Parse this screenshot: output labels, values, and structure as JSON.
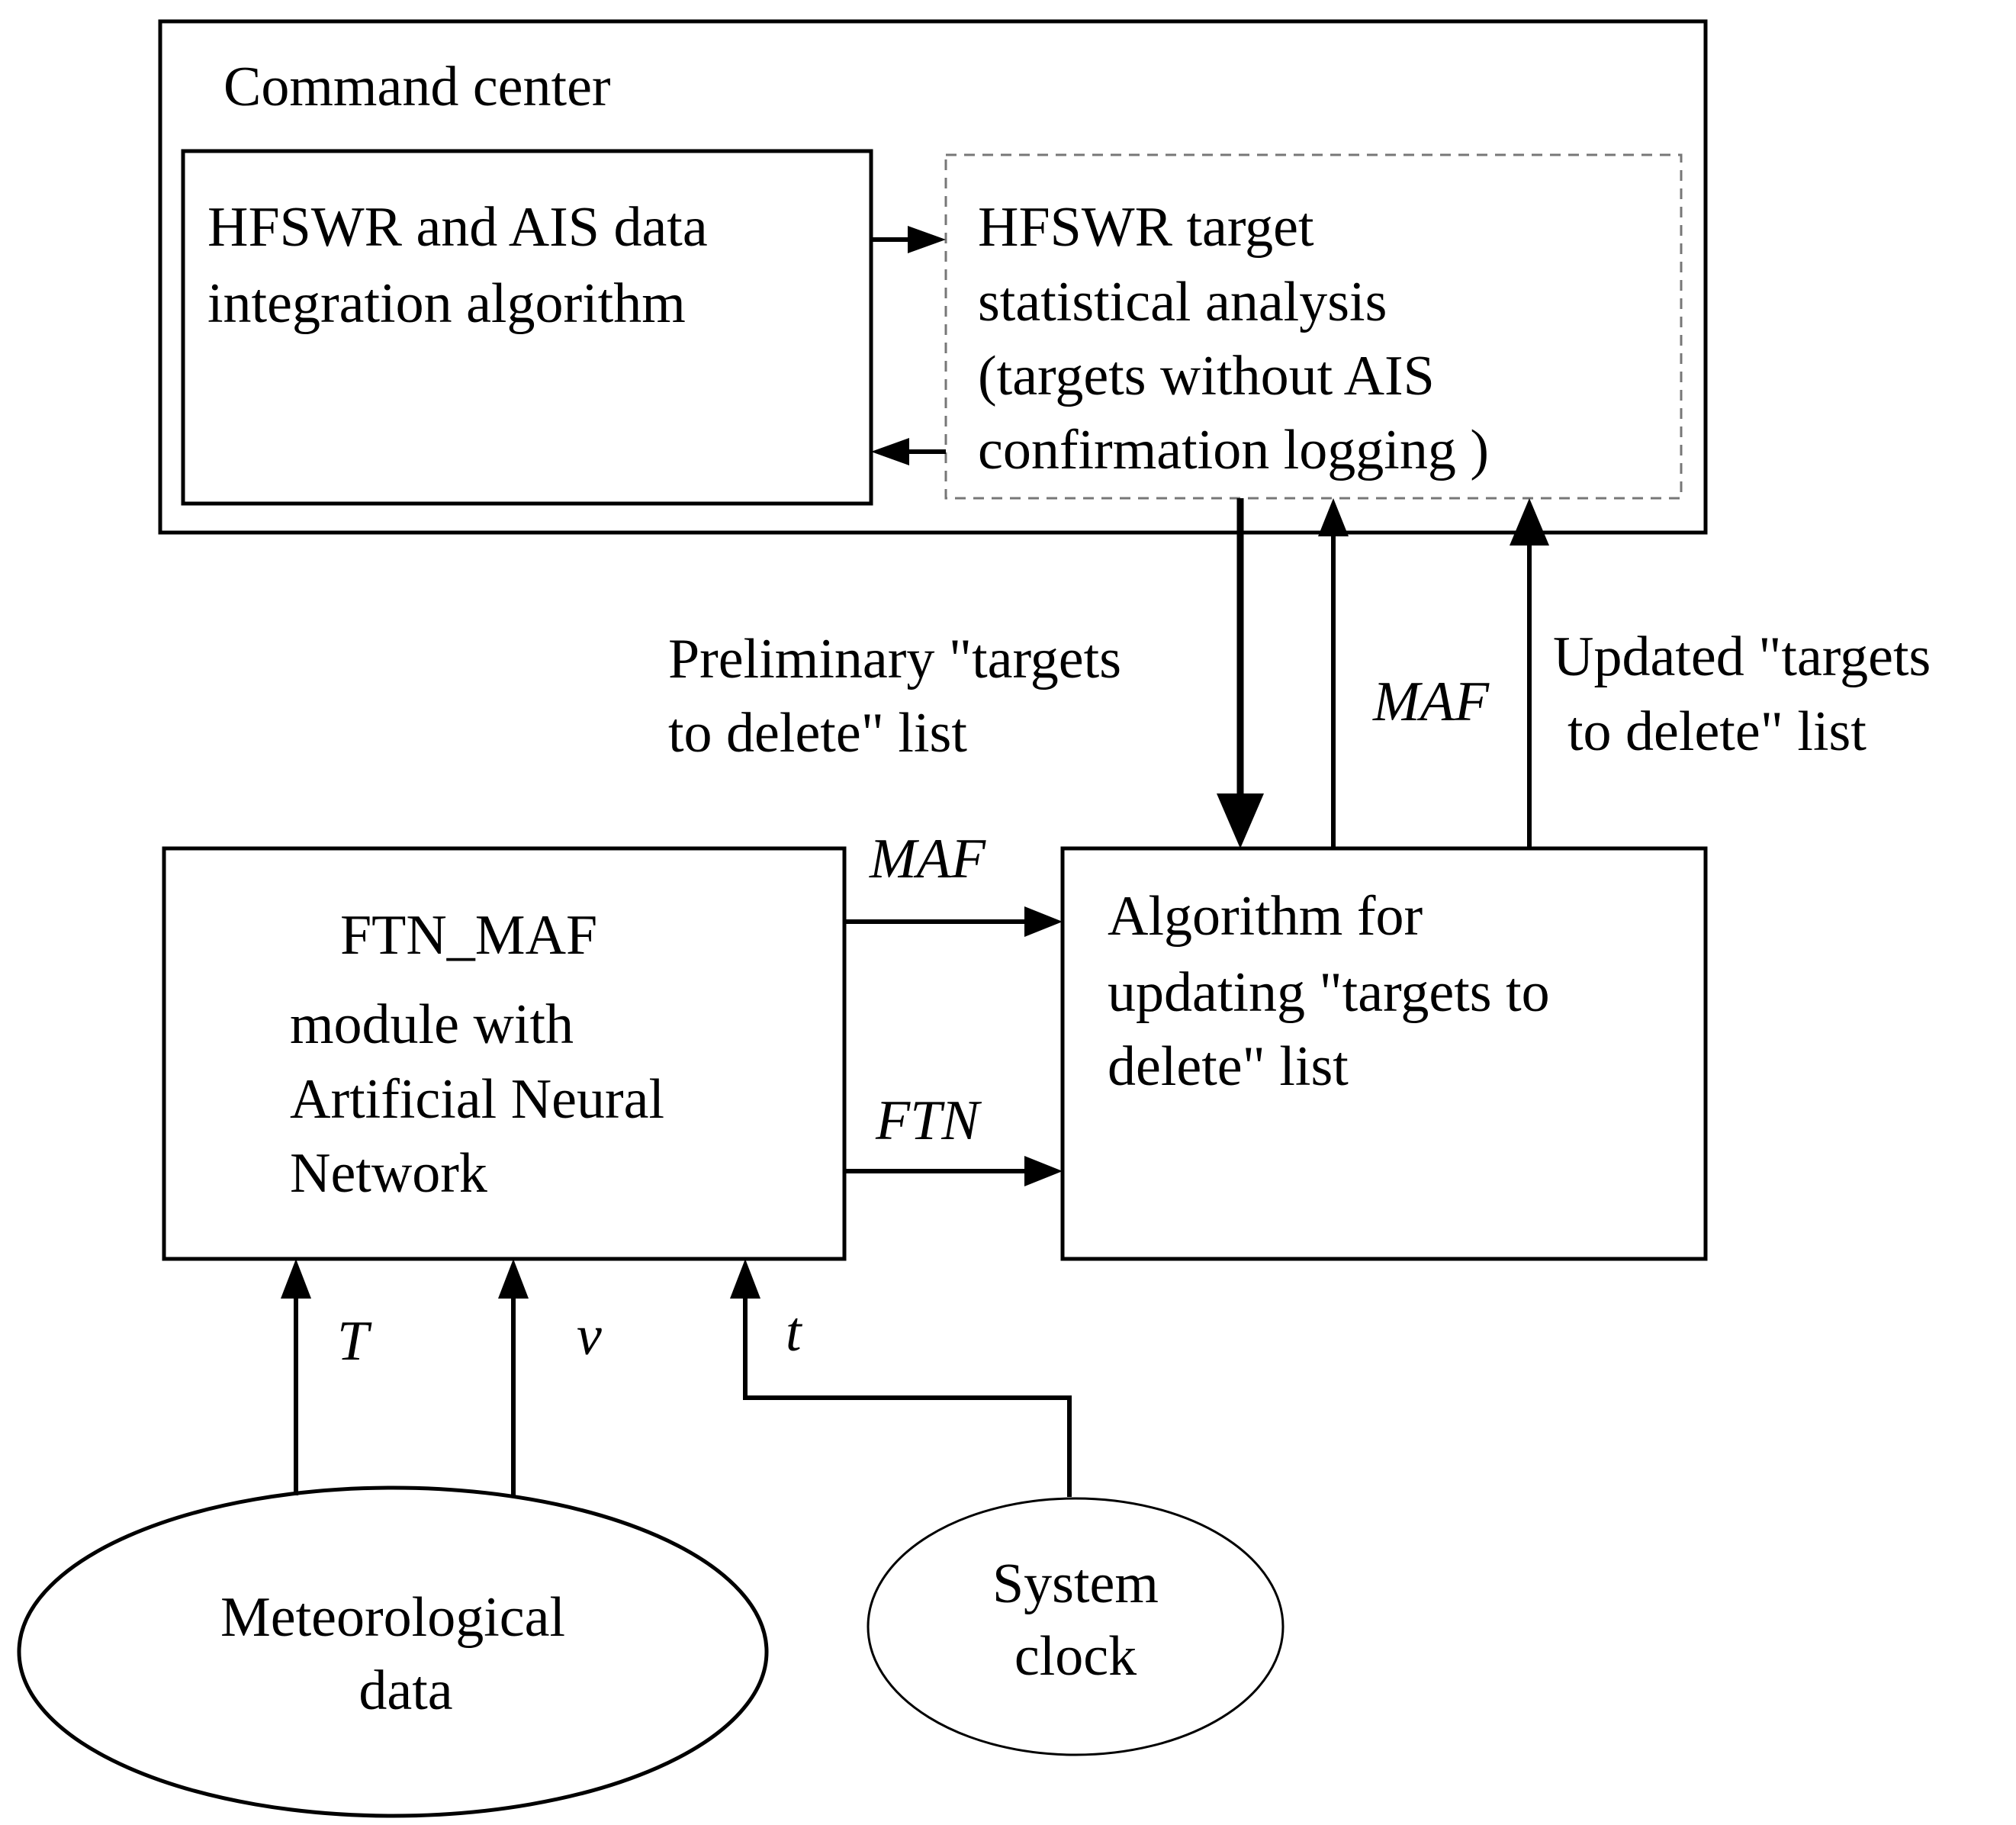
{
  "command_center": {
    "label": "Command center"
  },
  "integration_box": {
    "lines": [
      "HFSWR and AIS data",
      "integration algorithm"
    ]
  },
  "analysis_box": {
    "lines": [
      "HFSWR target",
      "statistical analysis",
      "(targets without AIS",
      "confirmation logging )"
    ]
  },
  "ftn_box": {
    "lines": [
      "FTN_MAF",
      "module with",
      "Artificial Neural",
      "Network"
    ]
  },
  "update_box": {
    "lines": [
      "Algorithm for",
      "updating \"targets to",
      "delete\" list"
    ]
  },
  "meteo_node": {
    "lines": [
      "Meteorological",
      "data"
    ]
  },
  "clock_node": {
    "lines": [
      "System",
      "clock"
    ]
  },
  "edge_labels": {
    "preliminary": [
      "Preliminary \"targets",
      "to delete\" list"
    ],
    "maf_up": "MAF",
    "updated": [
      "Updated \"targets",
      "to delete\" list"
    ],
    "maf_right": "MAF",
    "ftn_right": "FTN",
    "T": "T",
    "v": "v",
    "t": "t"
  }
}
